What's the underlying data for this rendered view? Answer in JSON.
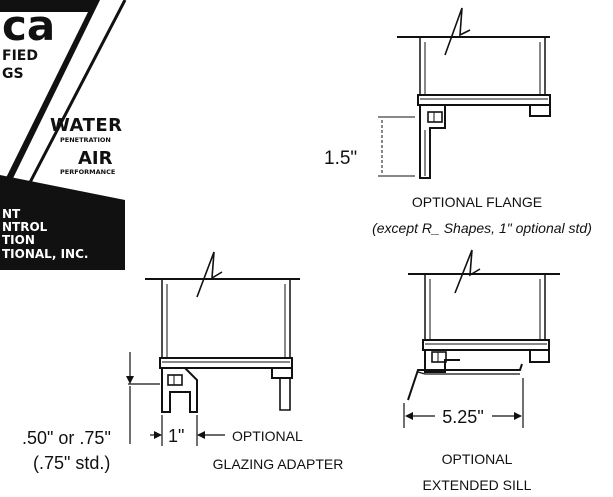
{
  "badge": {
    "logo_text": "ca",
    "cert_line1": "FIED",
    "cert_line2": "GS",
    "water": "WATER",
    "water_sub": "PENETRATION",
    "air": "AIR",
    "air_sub": "PERFORMANCE",
    "lower_line1": "NT",
    "lower_line2": "NTROL",
    "lower_line3": "TION",
    "lower_line4": "TIONAL, INC."
  },
  "flange": {
    "dimension": "1.5\"",
    "caption_line1": "OPTIONAL FLANGE",
    "caption_line2": "(except R_ Shapes, 1\" optional std)"
  },
  "glazing": {
    "dimension_line1": ".50\" or .75\"",
    "dimension_line2": "(.75\" std.)",
    "width_label": "1\"",
    "caption_line1": "OPTIONAL",
    "caption_line2": "GLAZING ADAPTER"
  },
  "sill": {
    "dimension": "5.25\"",
    "caption_line1": "OPTIONAL",
    "caption_line2": "EXTENDED SILL"
  },
  "colors": {
    "ink": "#111111",
    "paper": "#ffffff"
  }
}
